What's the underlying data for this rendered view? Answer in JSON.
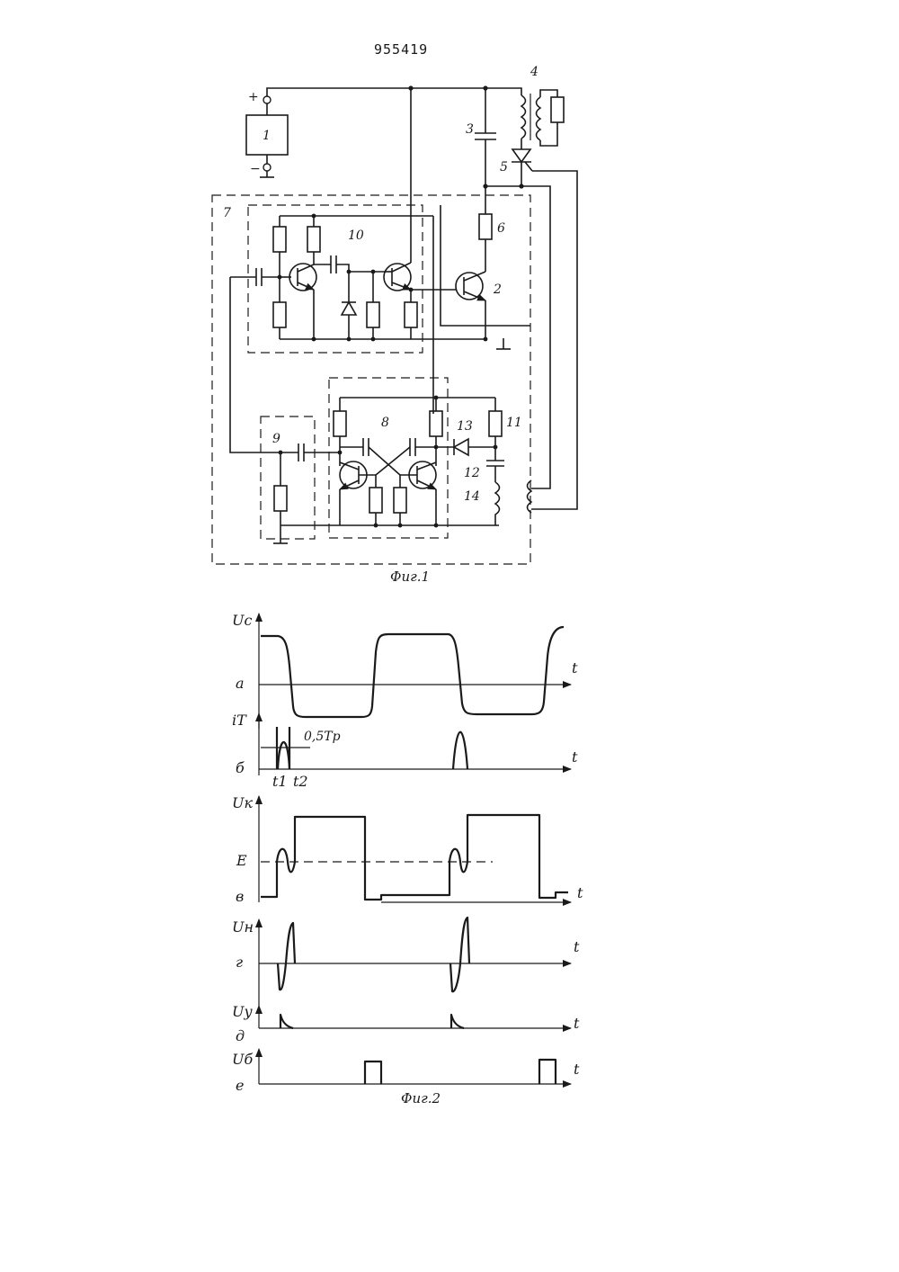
{
  "header": {
    "patent_number": "955419"
  },
  "figure1": {
    "caption": "Фиг.1",
    "terminals": {
      "plus": "+",
      "minus": "−"
    },
    "component_labels": {
      "power_source": "1",
      "transistor_output": "2",
      "capacitor": "3",
      "transformer_load": "4",
      "thyristor": "5",
      "resistor": "6",
      "control_unit": "7",
      "multivibrator": "8",
      "differentiator": "9",
      "pulse_shaper": "10",
      "resistor_11": "11",
      "capacitor_12": "12",
      "diode_13": "13",
      "winding_14": "14"
    }
  },
  "figure2": {
    "caption": "Фиг.2",
    "time_label": "t",
    "panels": [
      {
        "letter": "а",
        "ylabel": "Uc"
      },
      {
        "letter": "б",
        "ylabel": "iT",
        "annotation": "0,5Tp",
        "ticks": [
          "t1",
          "t2"
        ]
      },
      {
        "letter": "в",
        "ylabel": "Uк",
        "level_label": "E"
      },
      {
        "letter": "г",
        "ylabel": "Uн"
      },
      {
        "letter": "д",
        "ylabel": "Uу"
      },
      {
        "letter": "е",
        "ylabel": "Uб"
      }
    ]
  }
}
